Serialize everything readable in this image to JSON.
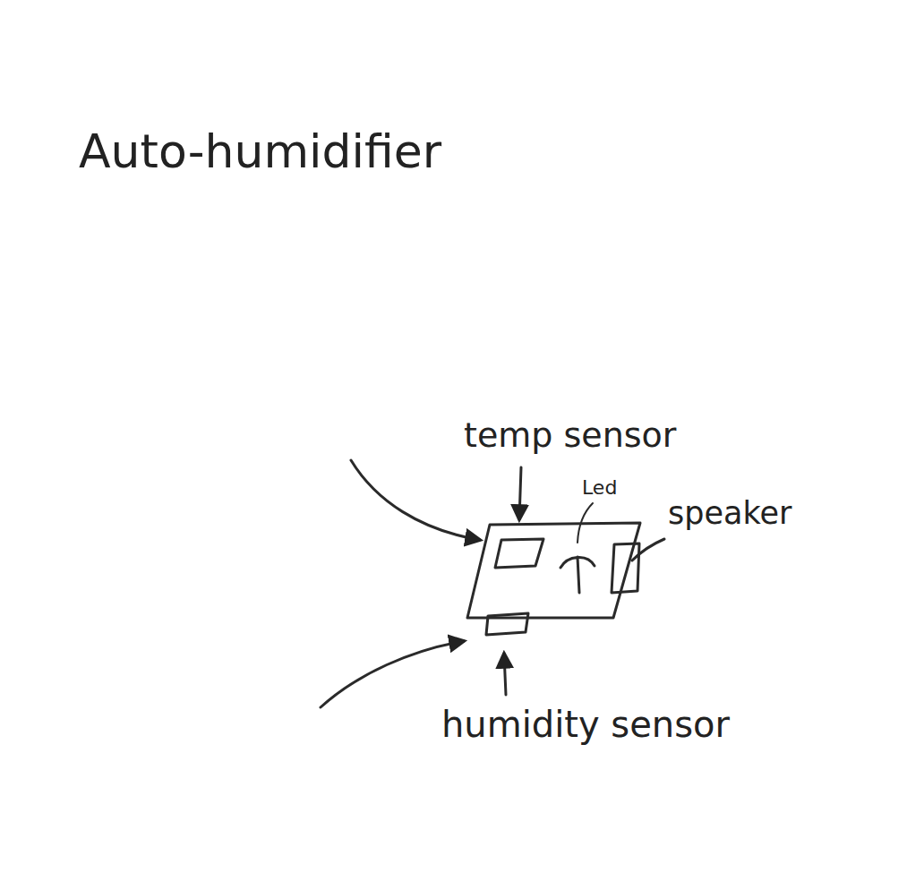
{
  "diagram": {
    "title": "Auto-humidifier",
    "labels": [
      "temp sensor",
      "Led",
      "speaker",
      "humidity sensor"
    ]
  }
}
